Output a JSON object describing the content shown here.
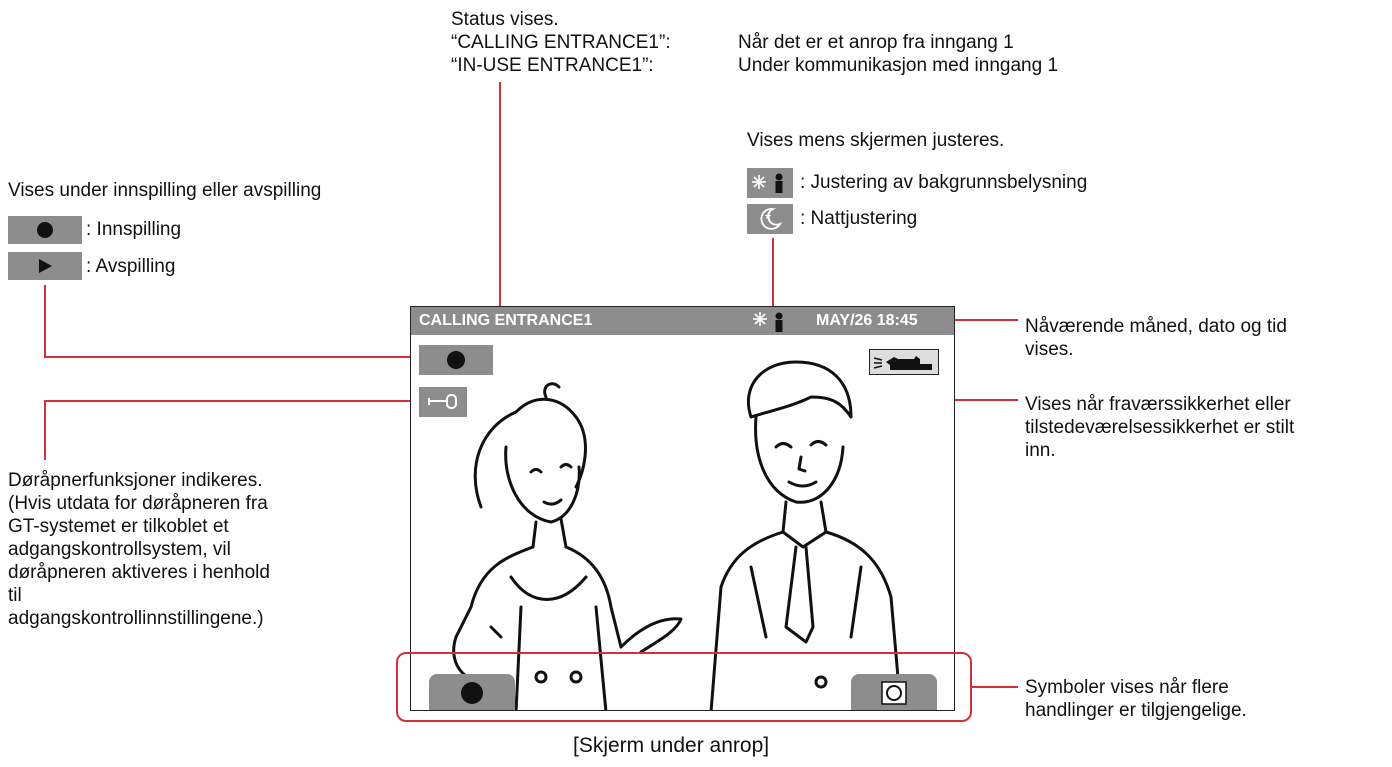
{
  "status_note": {
    "title": "Status vises.",
    "line1_code": "“CALLING ENTRANCE1”:",
    "line1_desc": "Når det er et anrop fra inngang 1",
    "line2_code": "“IN-USE ENTRANCE1”:",
    "line2_desc": "Under kommunikasjon med inngang 1"
  },
  "adjust_note": {
    "title": "Vises mens skjermen justeres.",
    "backlight_label": ": Justering av bakgrunnsbelysning",
    "night_label": ": Nattjustering"
  },
  "record_note": {
    "title": "Vises under innspilling eller avspilling",
    "record_label": ": Innspilling",
    "play_label": ": Avspilling"
  },
  "screen": {
    "status": "CALLING ENTRANCE1",
    "datetime": "MAY/26 18:45"
  },
  "right_notes": {
    "datetime_desc_1": "Nåværende måned, dato og tid",
    "datetime_desc_2": "vises.",
    "security_desc_1": "Vises når fraværssikkerhet eller",
    "security_desc_2": "tilstedeværelsessikkerhet er stilt",
    "security_desc_3": "inn.",
    "symbols_desc_1": "Symboler vises når flere",
    "symbols_desc_2": "handlinger er tilgjengelige."
  },
  "door_note": {
    "line1": "Døråpnerfunksjoner indikeres.",
    "line2": "(Hvis utdata for døråpneren fra",
    "line3": "GT-systemet er tilkoblet et",
    "line4": "adgangskontrollsystem, vil",
    "line5": "døråpneren aktiveres i henhold",
    "line6": "til",
    "line7": "adgangskontrollinnstillingene.)"
  },
  "caption": "[Skjerm under anrop]",
  "colors": {
    "leader": "#d4303a",
    "chip": "#8d8d8d"
  }
}
